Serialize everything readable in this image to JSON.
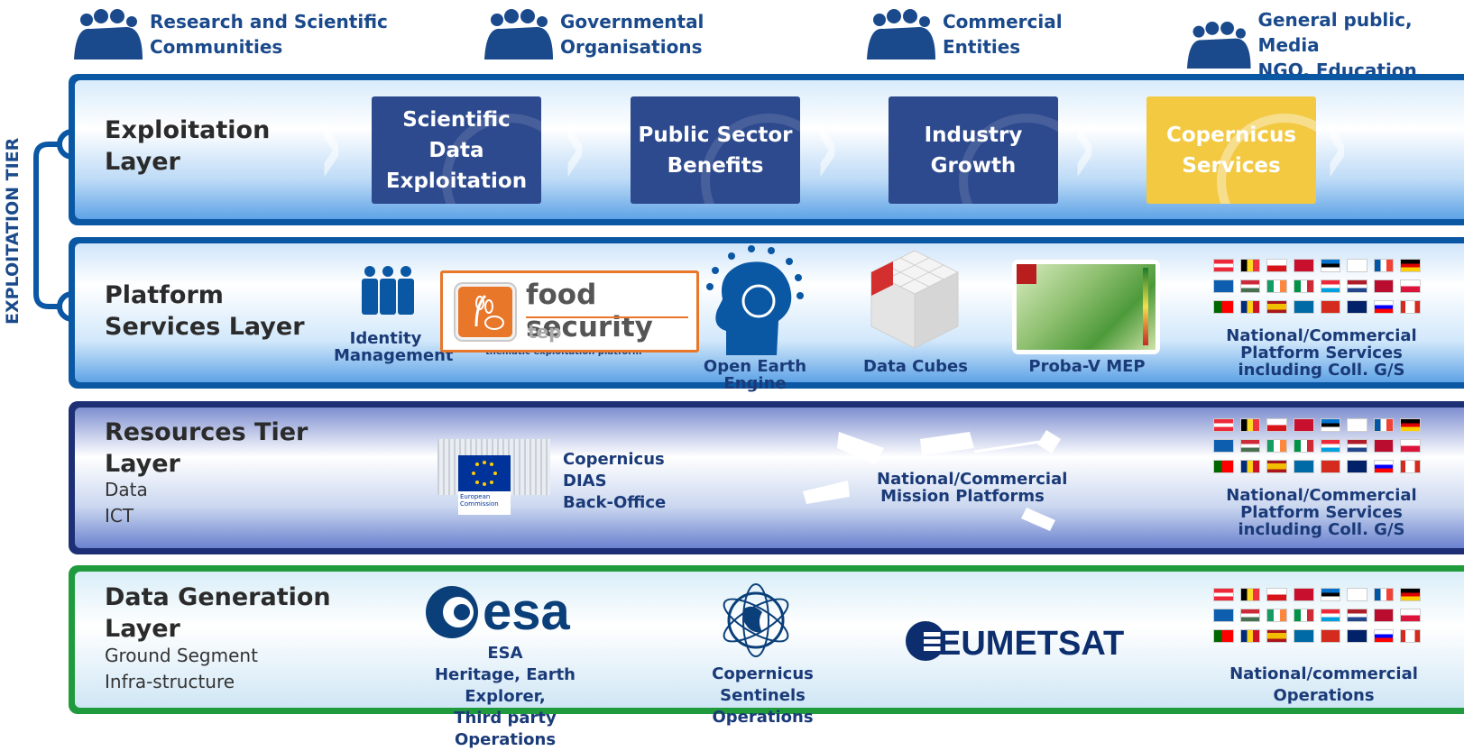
{
  "user_groups": [
    {
      "label": "Research and Scientific\nCommunities",
      "icon": "people-group-icon"
    },
    {
      "label": "Governmental\nOrganisations",
      "icon": "people-group-icon"
    },
    {
      "label": "Commercial\nEntities",
      "icon": "people-group-icon"
    },
    {
      "label": "General public, Media\nNGO, Education",
      "icon": "people-group-icon"
    }
  ],
  "tier_label": "EXPLOITATION TIER",
  "exploitation": {
    "title": "Exploitation\nLayer",
    "boxes": [
      {
        "label": "Scientific Data\nExploitation"
      },
      {
        "label": "Public Sector\nBenefits"
      },
      {
        "label": "Industry\nGrowth"
      },
      {
        "label": "Copernicus\nServices"
      }
    ]
  },
  "platform": {
    "title": "Platform\nServices Layer",
    "identity": "Identity\nManagement",
    "food_name": "food security",
    "food_tep": "tep",
    "food_sub": "thematic exploitation platform",
    "open_earth": "Open Earth Engine",
    "data_cubes": "Data Cubes",
    "probav": "Proba-V MEP",
    "national": "National/Commercial\nPlatform Services\nincluding Coll. G/S"
  },
  "resources": {
    "title": "Resources Tier\nLayer",
    "sub": "Data\nICT",
    "ec_label": "European\nCommission",
    "dias": "Copernicus\nDIAS\nBack-Office",
    "mission": "National/Commercial\nMission Platforms",
    "national": "National/Commercial\nPlatform Services\nincluding Coll. G/S"
  },
  "datagen": {
    "title": "Data Generation\nLayer",
    "sub": "Ground Segment\nInfra-structure",
    "esa_logo": "esa",
    "esa": "ESA\nHeritage, Earth Explorer,\nThird party Operations",
    "sentinels": "Copernicus Sentinels\nOperations",
    "eumetsat": "EUMETSAT",
    "national": "National/commercial\nOperations"
  },
  "colors": {
    "dark_blue": "#0a57a4",
    "navy": "#1d2f75",
    "green": "#1f9a3c",
    "box_blue": "#2e4a8e",
    "gold": "#f2c940",
    "orange": "#e8772a"
  }
}
